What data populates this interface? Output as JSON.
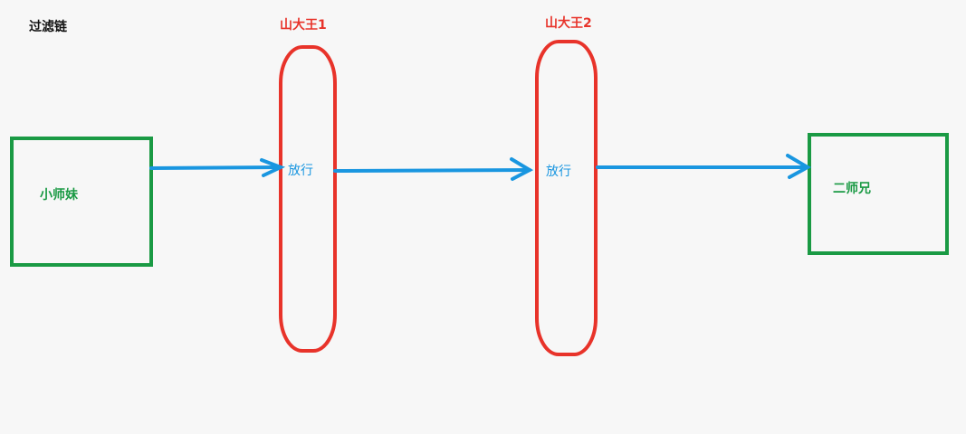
{
  "title": "过滤链",
  "source": {
    "label": "小师妹"
  },
  "target": {
    "label": "二师兄"
  },
  "filters": [
    {
      "title": "山大王1",
      "action": "放行"
    },
    {
      "title": "山大王2",
      "action": "放行"
    }
  ],
  "colors": {
    "box": "#1a9a44",
    "box_text": "#1a9a44",
    "filter": "#e8332a",
    "filter_title": "#e8332a",
    "arrow": "#1996e0",
    "action_text": "#1996e0",
    "title_text": "#111111",
    "background": "#f7f7f7"
  }
}
